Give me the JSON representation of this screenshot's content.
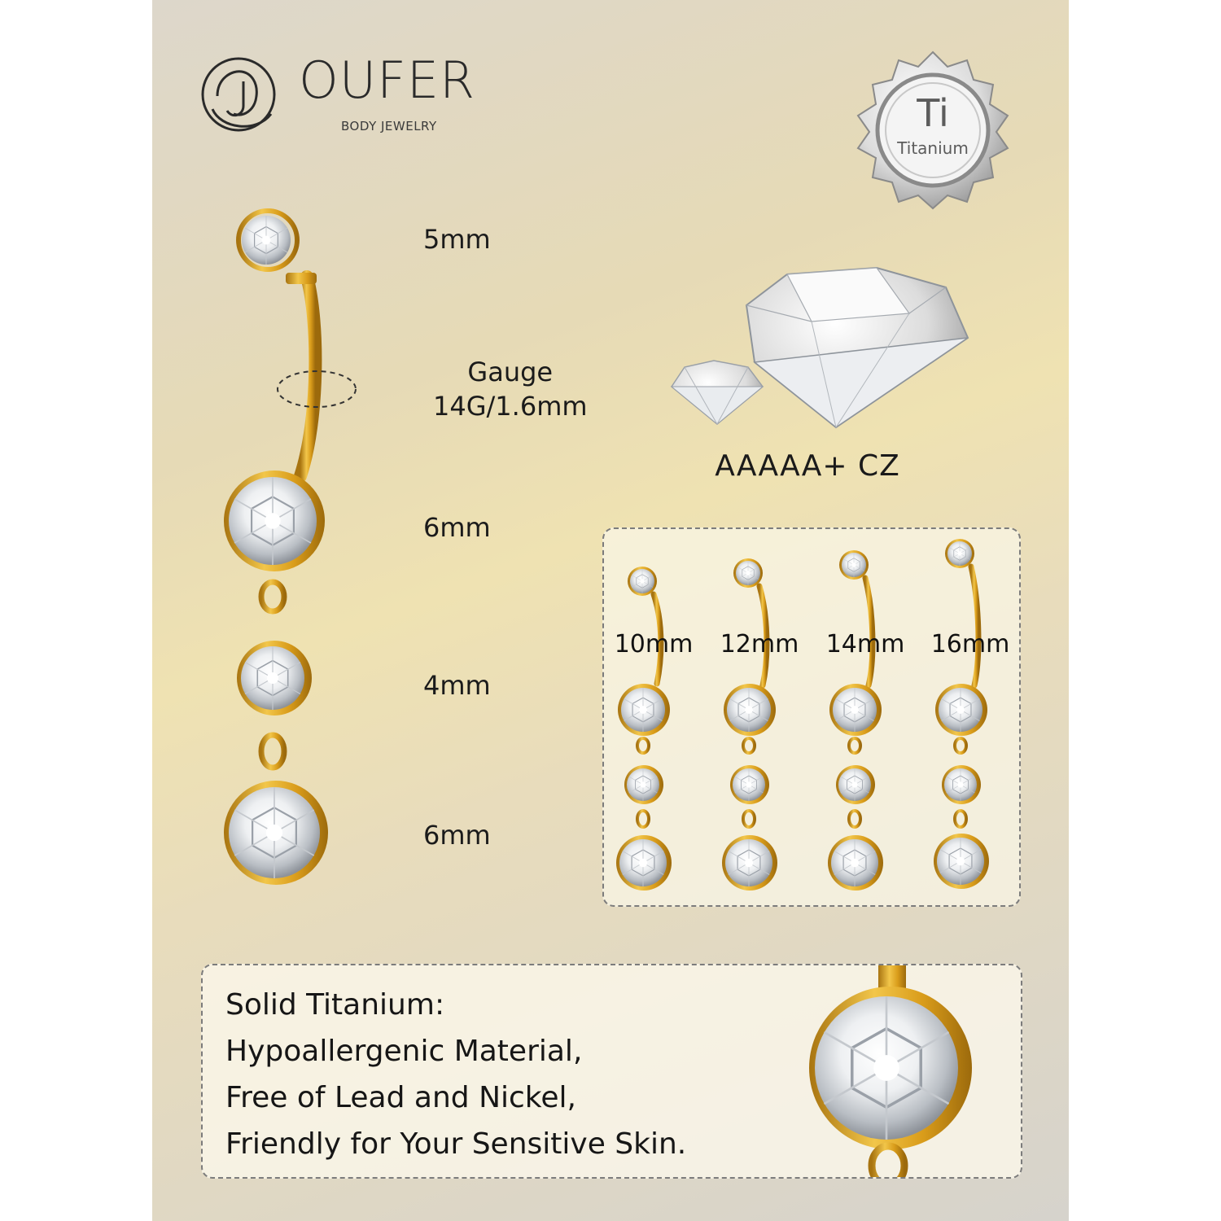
{
  "brand": {
    "name": "OUFER",
    "tagline": "BODY JEWELRY"
  },
  "material_badge": {
    "symbol": "Ti",
    "name": "Titanium"
  },
  "dimensions": {
    "top_gem": "5mm",
    "gauge_label": "Gauge",
    "gauge_value": "14G/1.6mm",
    "upper_dangle_gem": "6mm",
    "middle_dangle_gem": "4mm",
    "bottom_dangle_gem": "6mm"
  },
  "gem_quality": {
    "label": "AAAAA+ CZ"
  },
  "bar_lengths": [
    "10mm",
    "12mm",
    "14mm",
    "16mm"
  ],
  "info": {
    "lines": [
      "Solid Titanium:",
      "Hypoallergenic Material,",
      "Free of Lead and Nickel,",
      "Friendly for Your Sensitive Skin."
    ]
  },
  "colors": {
    "gold": "#d9a11f",
    "gold_dark": "#a87410",
    "background": "#ebe0bb"
  }
}
